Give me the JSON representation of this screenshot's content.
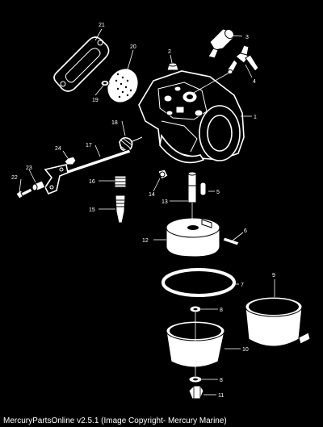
{
  "caption": "MercuryPartsOnline v2.5.1 (Image Copyright- Mercury Marine)",
  "parts": [
    {
      "id": "1",
      "label": "1"
    },
    {
      "id": "2",
      "label": "2"
    },
    {
      "id": "3",
      "label": "3"
    },
    {
      "id": "4",
      "label": "4"
    },
    {
      "id": "5",
      "label": "5"
    },
    {
      "id": "6",
      "label": "6"
    },
    {
      "id": "7",
      "label": "7"
    },
    {
      "id": "8a",
      "label": "8"
    },
    {
      "id": "8b",
      "label": "8"
    },
    {
      "id": "9",
      "label": "9"
    },
    {
      "id": "10",
      "label": "10"
    },
    {
      "id": "11",
      "label": "11"
    },
    {
      "id": "12",
      "label": "12"
    },
    {
      "id": "13",
      "label": "13"
    },
    {
      "id": "14",
      "label": "14"
    },
    {
      "id": "15",
      "label": "15"
    },
    {
      "id": "16",
      "label": "16"
    },
    {
      "id": "17",
      "label": "17"
    },
    {
      "id": "18",
      "label": "18"
    },
    {
      "id": "19",
      "label": "19"
    },
    {
      "id": "20",
      "label": "20"
    },
    {
      "id": "21",
      "label": "21"
    },
    {
      "id": "22",
      "label": "22"
    },
    {
      "id": "23",
      "label": "23"
    },
    {
      "id": "24",
      "label": "24"
    }
  ]
}
